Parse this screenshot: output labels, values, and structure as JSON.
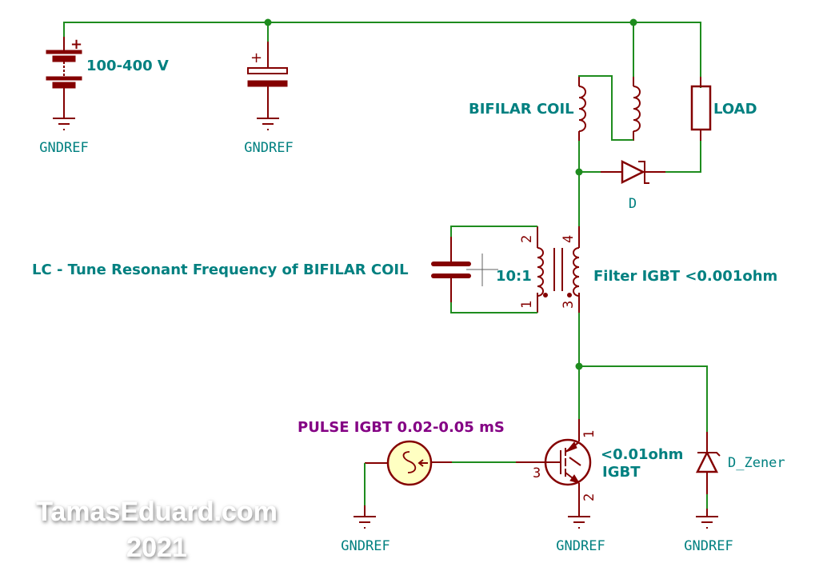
{
  "schematic": {
    "labels": {
      "supply_voltage": "100-400 V",
      "bifilar_coil": "BIFILAR COIL",
      "load": "LOAD",
      "diode": "D",
      "lc_note": "LC - Tune Resonant Frequency of BIFILAR COIL",
      "transformer_ratio": "10:1",
      "filter_note": "Filter IGBT <0.001ohm",
      "pulse_note": "PULSE IGBT 0.02-0.05 mS",
      "igbt_resistance": "<0.01ohm",
      "igbt_name": "IGBT",
      "zener": "D_Zener"
    },
    "grounds": [
      "GNDREF",
      "GNDREF",
      "GNDREF",
      "GNDREF",
      "GNDREF"
    ],
    "transformer_pins": [
      "1",
      "2",
      "3",
      "4"
    ],
    "igbt_pins": [
      "1",
      "2",
      "3"
    ],
    "polarity_plus": "+",
    "colors": {
      "wire": "#1e8c1e",
      "symbol": "#840000",
      "label": "#008080",
      "pulse_label": "#840084",
      "source_fill": "#ffffc2"
    }
  },
  "watermark": {
    "site": "TamasEduard.com",
    "year": "2021"
  }
}
